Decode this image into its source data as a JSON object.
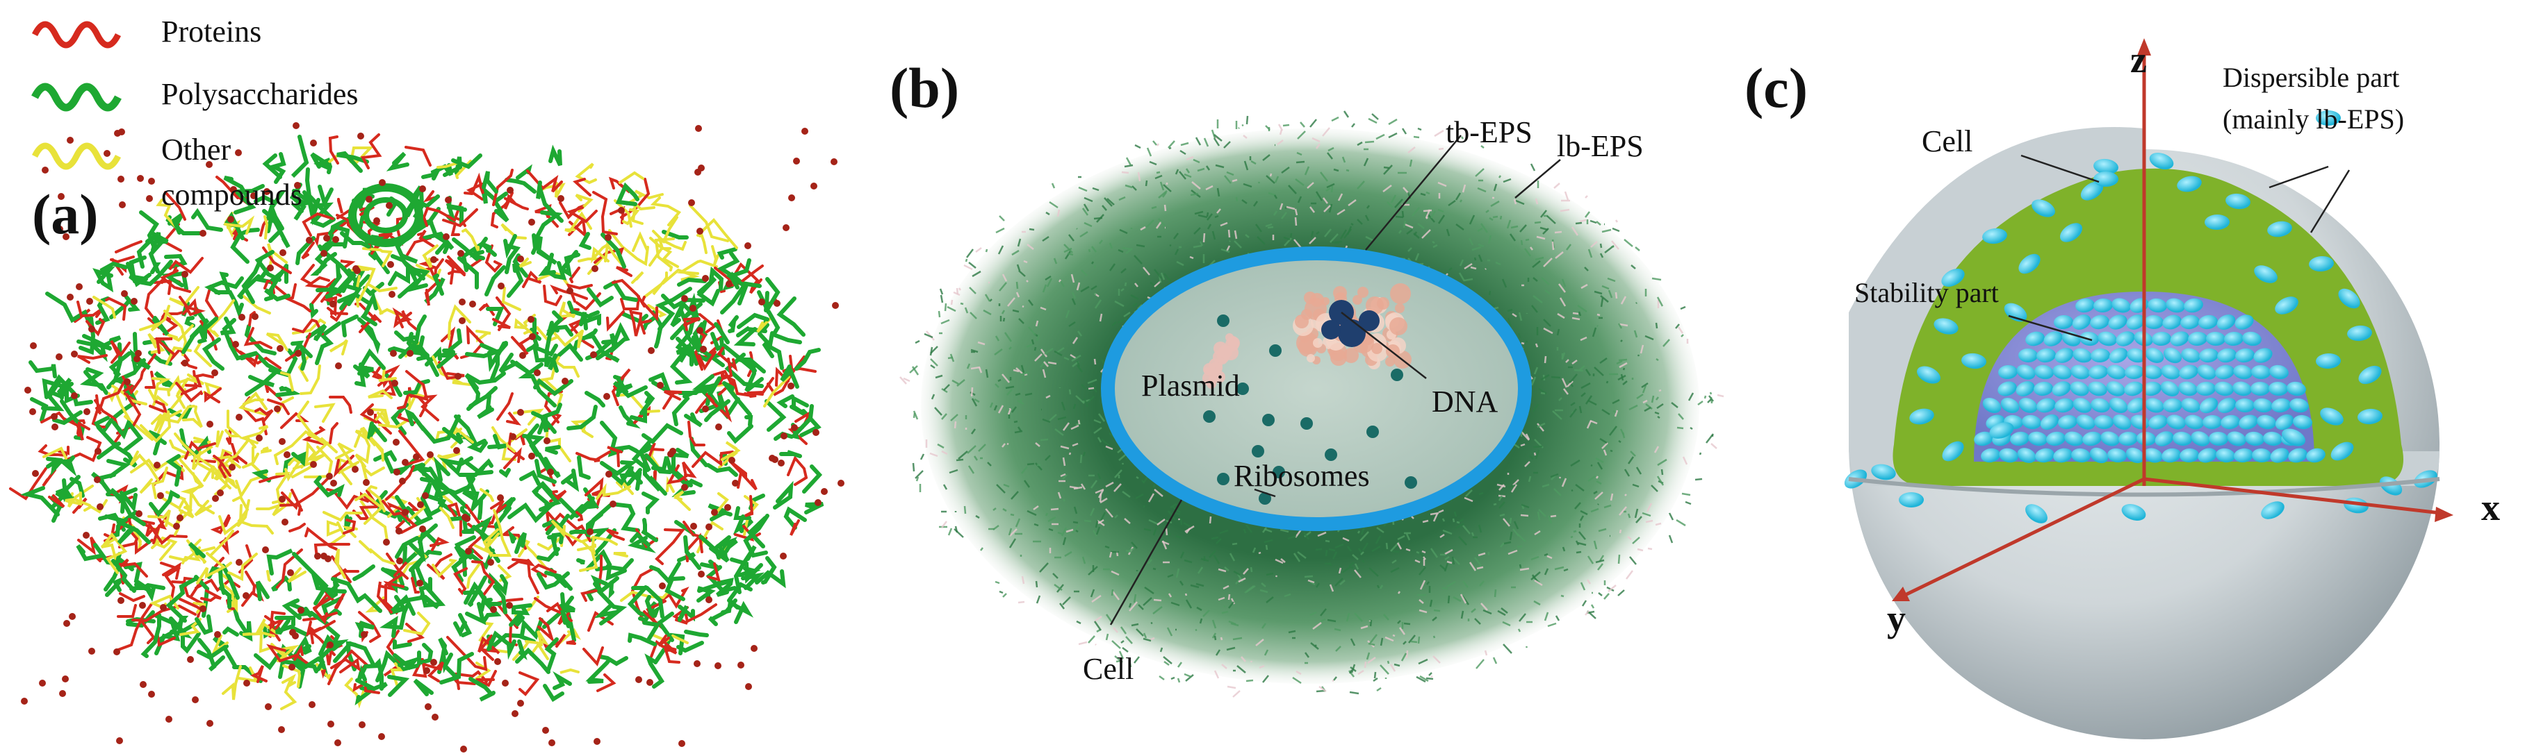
{
  "panel_a": {
    "label": "(a)",
    "legend": [
      {
        "label": "Proteins",
        "color": "#d62a1e",
        "icon": "helix-icon"
      },
      {
        "label": "Polysaccharides",
        "color": "#1ea832",
        "icon": "helix-icon"
      },
      {
        "label": "Other",
        "label2": "compounds",
        "color": "#e8e23a",
        "icon": "helix-icon"
      }
    ]
  },
  "panel_b": {
    "label": "(b)",
    "labels": {
      "tb_eps": "tb-EPS",
      "lb_eps": "lb-EPS",
      "plasmid": "Plasmid",
      "dna": "DNA",
      "ribosomes": "Ribosomes",
      "cell": "Cell"
    }
  },
  "panel_c": {
    "label": "(c)",
    "labels": {
      "cell": "Cell",
      "dispersible_1": "Dispersible part",
      "dispersible_2": "(mainly lb-EPS)",
      "stability": "Stability part",
      "axis_z": "z",
      "axis_x": "x",
      "axis_y": "y"
    }
  },
  "colors": {
    "protein": "#d62a1e",
    "polysaccharide": "#1ea832",
    "other": "#e8e23a",
    "cell_fill": "#b9cfc6",
    "membrane": "#1e9be0",
    "eps_green": "#2f7f4a",
    "sphere_grey": "#cfd5d8",
    "core_blue": "#4fc6e6",
    "green_layer": "#7fb22a"
  }
}
